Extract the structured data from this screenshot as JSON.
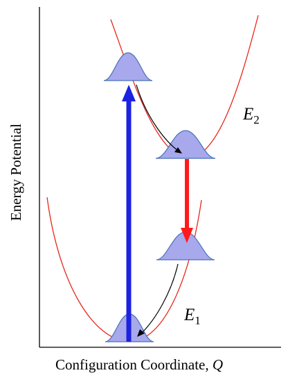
{
  "axes": {
    "ylabel": "Energy Potential",
    "xlabel_prefix": "Configuration Coordinate, ",
    "xlabel_var": "Q"
  },
  "states": {
    "excited": {
      "symbol": "E",
      "subscript": "2"
    },
    "ground": {
      "symbol": "E",
      "subscript": "1"
    }
  },
  "colors": {
    "curve": "#e8261c",
    "wavepacket_fill": "#a8a8ec",
    "wavepacket_stroke": "#4a72b8",
    "absorption_arrow": "#1c22e0",
    "emission_arrow": "#ff1a1a",
    "relaxation_arrow": "#000000",
    "axis": "#000000"
  }
}
